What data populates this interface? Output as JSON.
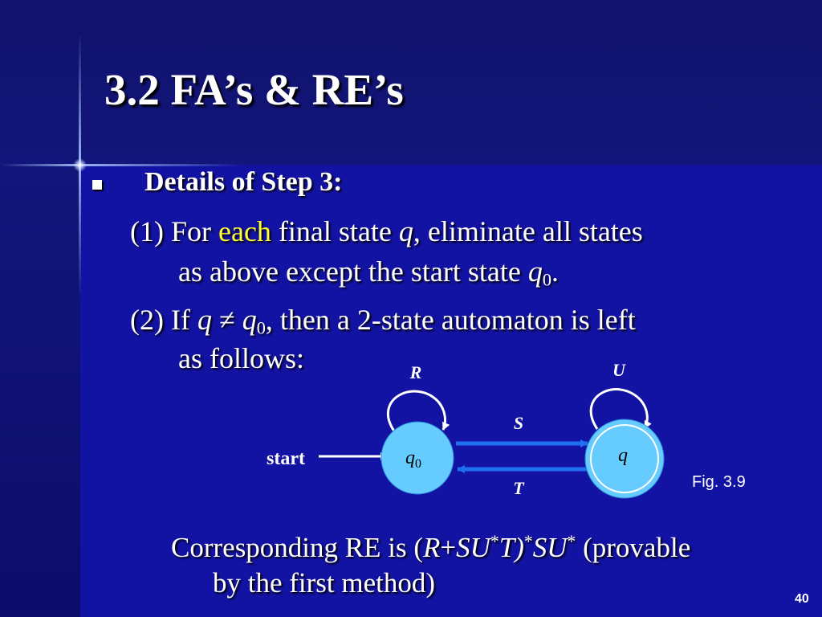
{
  "slide": {
    "title": "3.2 FA’s & RE’s",
    "page_number": "40",
    "heading": "Details of Step 3:",
    "step1": {
      "prefix": "(1) For ",
      "highlight": "each",
      "part2": " final state ",
      "var_q": "q",
      "part3": ", eliminate all states",
      "line2_text": "as above except the start state ",
      "var_q0": "q",
      "sub0": "0",
      "end": "."
    },
    "step2": {
      "prefix": "(2) If ",
      "var_q": "q",
      "neq": " ≠ ",
      "var_q0": "q",
      "sub0": "0",
      "rest": ", then a 2-state automaton is left",
      "line2_text": "as follows:"
    },
    "corresponding": {
      "prefix": "Corresponding RE is (",
      "R": "R",
      "plus": "+",
      "SU": "SU",
      "star1": "*",
      "T": "T",
      "close": ")",
      "star2": "*",
      "SU2": "SU",
      "star3": "*",
      "suffix": " (provable",
      "line2": "by the first method)"
    }
  },
  "diagram": {
    "start_label": "start",
    "state_start_label": "q",
    "state_start_sub": "0",
    "state_final_label": "q",
    "loop_start_label": "R",
    "loop_final_label": "U",
    "edge_forward_label": "S",
    "edge_backward_label": "T",
    "figure_caption": "Fig. 3.9"
  },
  "colors": {
    "background": "#1313a3",
    "state_fill": "#66ccff",
    "edge_arrow": "#1f6ff0",
    "highlight_text": "#ffff33"
  }
}
